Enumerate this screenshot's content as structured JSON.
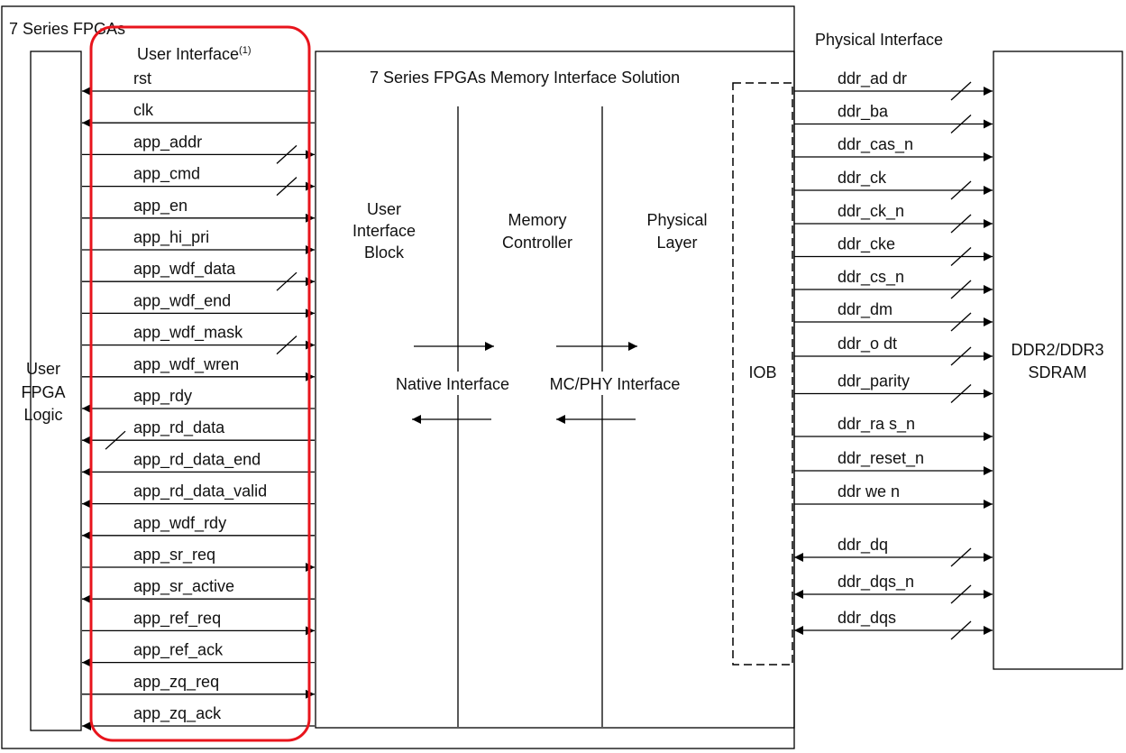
{
  "diagram": {
    "outer_title": "7 Series FPGAs",
    "user_interface_label": "User Interface",
    "user_interface_note": "(1)",
    "user_fpga_logic": [
      "User",
      "FPGA",
      "Logic"
    ],
    "mis_title": "7 Series FPGAs Memory Interface Solution",
    "ui_block": [
      "User",
      "Interface",
      "Block"
    ],
    "mem_ctrl": [
      "Memory",
      "Controller"
    ],
    "phy_layer": [
      "Physical",
      "Layer"
    ],
    "native_interface": "Native Interface",
    "mcphy_interface": "MC/PHY Interface",
    "iob": "IOB",
    "physical_interface": "Physical Interface",
    "sdram": [
      "DDR2/DDR3",
      "SDRAM"
    ],
    "user_signals": [
      {
        "name": "rst",
        "dir": "in",
        "bus": false
      },
      {
        "name": "clk",
        "dir": "in",
        "bus": false
      },
      {
        "name": "app_addr",
        "dir": "out",
        "bus": true
      },
      {
        "name": "app_cmd",
        "dir": "out",
        "bus": true
      },
      {
        "name": "app_en",
        "dir": "out",
        "bus": false
      },
      {
        "name": "app_hi_pri",
        "dir": "out",
        "bus": false
      },
      {
        "name": "app_wdf_data",
        "dir": "out",
        "bus": true
      },
      {
        "name": "app_wdf_end",
        "dir": "out",
        "bus": false
      },
      {
        "name": "app_wdf_mask",
        "dir": "out",
        "bus": true
      },
      {
        "name": "app_wdf_wren",
        "dir": "out",
        "bus": false
      },
      {
        "name": "app_rdy",
        "dir": "in",
        "bus": false
      },
      {
        "name": "app_rd_data",
        "dir": "in",
        "bus": true
      },
      {
        "name": "app_rd_data_end",
        "dir": "in",
        "bus": false
      },
      {
        "name": "app_rd_data_valid",
        "dir": "in",
        "bus": false
      },
      {
        "name": "app_wdf_rdy",
        "dir": "in",
        "bus": false
      },
      {
        "name": "app_sr_req",
        "dir": "out",
        "bus": false
      },
      {
        "name": "app_sr_active",
        "dir": "in",
        "bus": false
      },
      {
        "name": "app_ref_req",
        "dir": "out",
        "bus": false
      },
      {
        "name": "app_ref_ack",
        "dir": "in",
        "bus": false
      },
      {
        "name": "app_zq_req",
        "dir": "out",
        "bus": false
      },
      {
        "name": "app_zq_ack",
        "dir": "in",
        "bus": false
      }
    ],
    "phys_signals": [
      {
        "name": "ddr_ad dr",
        "dir": "out",
        "bus": true
      },
      {
        "name": "ddr_ba",
        "dir": "out",
        "bus": true
      },
      {
        "name": "ddr_cas_n",
        "dir": "out",
        "bus": false
      },
      {
        "name": "ddr_ck",
        "dir": "out",
        "bus": true
      },
      {
        "name": "ddr_ck_n",
        "dir": "out",
        "bus": true
      },
      {
        "name": "ddr_cke",
        "dir": "out",
        "bus": true
      },
      {
        "name": "ddr_cs_n",
        "dir": "out",
        "bus": true
      },
      {
        "name": "ddr_dm",
        "dir": "out",
        "bus": true
      },
      {
        "name": "ddr_o dt",
        "dir": "out",
        "bus": true
      },
      {
        "name": "ddr_parity",
        "dir": "out",
        "bus": true
      },
      {
        "name": "ddr_ra s_n",
        "dir": "out",
        "bus": false
      },
      {
        "name": "ddr_reset_n",
        "dir": "out",
        "bus": false
      },
      {
        "name": "ddr we n",
        "dir": "out",
        "bus": false
      },
      {
        "name": "ddr_dq",
        "dir": "bi",
        "bus": true
      },
      {
        "name": "ddr_dqs_n",
        "dir": "bi",
        "bus": true
      },
      {
        "name": "ddr_dqs",
        "dir": "bi",
        "bus": true
      }
    ]
  }
}
